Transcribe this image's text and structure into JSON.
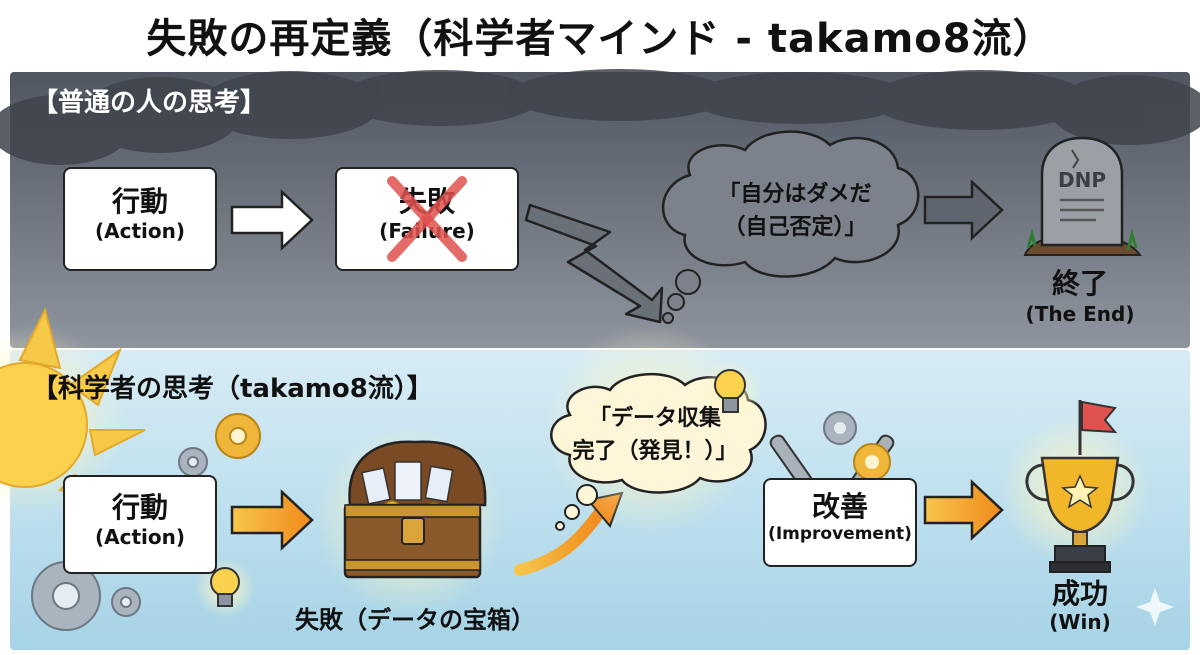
{
  "title": "失敗の再定義（科学者マインド - takamo8流）",
  "top": {
    "label": "【普通の人の思考】",
    "action_main": "行動",
    "action_sub": "(Action)",
    "failure_main": "失敗",
    "failure_sub": "(Failure)",
    "cloud_line1": "「自分はダメだ",
    "cloud_line2": "（自己否定）」",
    "tombstone_text": "DNP",
    "end_main": "終了",
    "end_sub": "(The End)"
  },
  "bottom": {
    "label": "【科学者の思考（takamo8流）】",
    "action_main": "行動",
    "action_sub": "(Action)",
    "chest_label": "失敗（データの宝箱）",
    "cloud_line1": "「データ収集",
    "cloud_line2": "完了（発見！）」",
    "improve_main": "改善",
    "improve_sub": "(Improvement)",
    "win_main": "成功",
    "win_sub": "(Win)"
  },
  "colors": {
    "top_panel": "#5f666f",
    "bottom_panel": "#bfe0ee",
    "cross_red": "#e0524d",
    "arrow_orange": "#f5a623",
    "gold": "#f2b62a"
  }
}
